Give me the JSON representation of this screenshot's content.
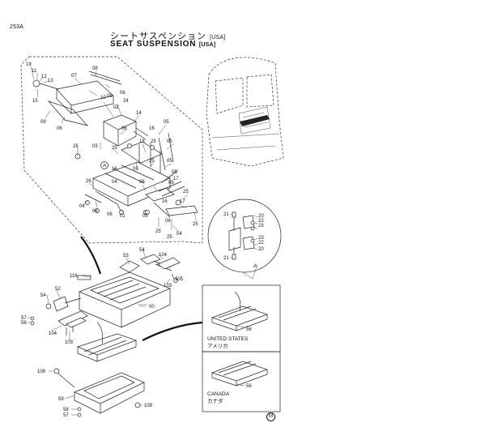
{
  "page_code": "253A",
  "title_jp": "シートサスペンション",
  "title_en": "SEAT SUSPENSION",
  "title_region": "[USA]",
  "detail_letter": "A",
  "detail_callout": "A",
  "variants": [
    {
      "caption_en": "UNITED STATES",
      "caption_jp": "アメリカ",
      "part": "56"
    },
    {
      "caption_en": "CANADA",
      "caption_jp": "カナダ",
      "part": "56"
    }
  ],
  "corner_mark": "M",
  "callouts_upper": [
    "19",
    "11",
    "12",
    "13",
    "15",
    "07",
    "08",
    "10",
    "09",
    "06",
    "06",
    "09",
    "02",
    "24",
    "14",
    "05",
    "16",
    "06",
    "03",
    "26",
    "25",
    "18",
    "05",
    "25",
    "25",
    "05",
    "A",
    "26",
    "16",
    "05",
    "04",
    "05",
    "06",
    "05",
    "17",
    "06",
    "06",
    "06",
    "01",
    "25",
    "16",
    "17",
    "05",
    "25",
    "25",
    "06",
    "25",
    "04"
  ],
  "callouts_detail": [
    "21",
    "20",
    "22",
    "23",
    "23",
    "22",
    "20",
    "21"
  ],
  "callouts_lower": [
    "54",
    "104",
    "53",
    "116",
    "103",
    "105",
    "52",
    "54",
    "57",
    "58",
    "00",
    "104",
    "103",
    "108",
    "59",
    "58",
    "57",
    "109"
  ]
}
